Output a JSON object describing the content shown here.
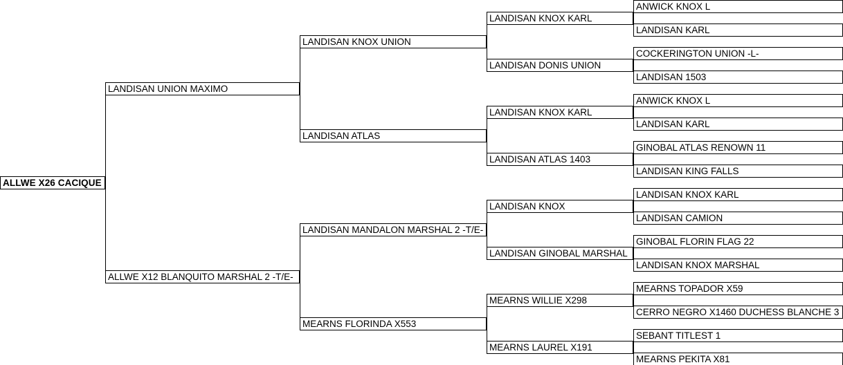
{
  "chart": {
    "type": "pedigree",
    "title": "ALLWE X26 CACIQUE",
    "generations": 5
  },
  "nodes": {
    "g1": [
      {
        "label": "ALLWE X26 CACIQUE"
      }
    ],
    "g2": [
      {
        "label": "LANDISAN UNION MAXIMO"
      },
      {
        "label": "ALLWE X12 BLANQUITO MARSHAL 2 -T/E-"
      }
    ],
    "g3": [
      {
        "label": "LANDISAN KNOX UNION"
      },
      {
        "label": "LANDISAN ATLAS"
      },
      {
        "label": "LANDISAN MANDALON MARSHAL 2 -T/E-"
      },
      {
        "label": "MEARNS FLORINDA X553"
      }
    ],
    "g4": [
      {
        "label": "LANDISAN KNOX KARL"
      },
      {
        "label": "LANDISAN DONIS UNION"
      },
      {
        "label": "LANDISAN KNOX KARL"
      },
      {
        "label": "LANDISAN ATLAS 1403"
      },
      {
        "label": "LANDISAN KNOX"
      },
      {
        "label": "LANDISAN GINOBAL MARSHAL"
      },
      {
        "label": "MEARNS WILLIE X298"
      },
      {
        "label": "MEARNS LAUREL X191"
      }
    ],
    "g5": [
      {
        "label": "ANWICK KNOX L"
      },
      {
        "label": "LANDISAN KARL"
      },
      {
        "label": "COCKERINGTON UNION -L-"
      },
      {
        "label": "LANDISAN 1503"
      },
      {
        "label": "ANWICK KNOX L"
      },
      {
        "label": "LANDISAN KARL"
      },
      {
        "label": "GINOBAL ATLAS RENOWN 11"
      },
      {
        "label": "LANDISAN KING FALLS"
      },
      {
        "label": "LANDISAN KNOX KARL"
      },
      {
        "label": "LANDISAN CAMION"
      },
      {
        "label": "GINOBAL FLORIN FLAG 22"
      },
      {
        "label": "LANDISAN KNOX MARSHAL"
      },
      {
        "label": "MEARNS TOPADOR X59"
      },
      {
        "label": "CERRO NEGRO X1460 DUCHESS BLANCHE 3"
      },
      {
        "label": "SEBANT TITLEST 1"
      },
      {
        "label": "MEARNS PEKITA X81"
      }
    ]
  },
  "colors": {
    "line": "#000000",
    "text": "#000000",
    "background": "#ffffff"
  }
}
